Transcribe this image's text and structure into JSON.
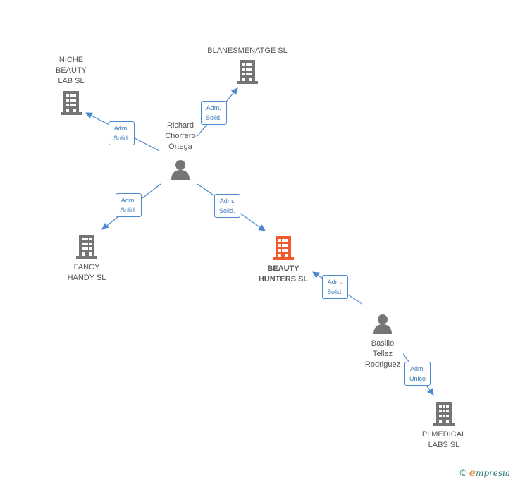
{
  "colors": {
    "company": "#757575",
    "main_company": "#f0592e",
    "person": "#757575",
    "edge": "#4a89cf",
    "brand": "#2b7a78",
    "brand_accent": "#e07a1f"
  },
  "nodes": {
    "niche": {
      "lines": [
        "NICHE",
        "BEAUTY",
        "LAB  SL"
      ],
      "icon": "building-icon"
    },
    "blanes": {
      "lines": [
        "BLANESMENATGE SL"
      ],
      "icon": "building-icon"
    },
    "richard": {
      "lines": [
        "Richard",
        "Chorrero",
        "Ortega"
      ],
      "icon": "person-icon"
    },
    "fancy": {
      "lines": [
        "FANCY",
        "HANDY  SL"
      ],
      "icon": "building-icon"
    },
    "beauty": {
      "lines": [
        "BEAUTY",
        "HUNTERS  SL"
      ],
      "icon": "building-icon"
    },
    "basilio": {
      "lines": [
        "Basilio",
        "Tellez",
        "Rodriguez"
      ],
      "icon": "person-icon"
    },
    "pimedical": {
      "lines": [
        "PI MEDICAL",
        "LABS  SL"
      ],
      "icon": "building-icon"
    }
  },
  "edges": [
    {
      "from": "richard",
      "to": "niche",
      "label": [
        "Adm.",
        "Solid."
      ]
    },
    {
      "from": "richard",
      "to": "blanes",
      "label": [
        "Adm.",
        "Solid."
      ]
    },
    {
      "from": "richard",
      "to": "fancy",
      "label": [
        "Adm.",
        "Solid."
      ]
    },
    {
      "from": "richard",
      "to": "beauty",
      "label": [
        "Adm.",
        "Solid."
      ]
    },
    {
      "from": "basilio",
      "to": "beauty",
      "label": [
        "Adm.",
        "Solid."
      ]
    },
    {
      "from": "basilio",
      "to": "pimedical",
      "label": [
        "Adm.",
        "Unico"
      ]
    }
  ],
  "footer": {
    "copyright": "©",
    "brand_initial": "e",
    "brand_rest": "mpresia"
  }
}
